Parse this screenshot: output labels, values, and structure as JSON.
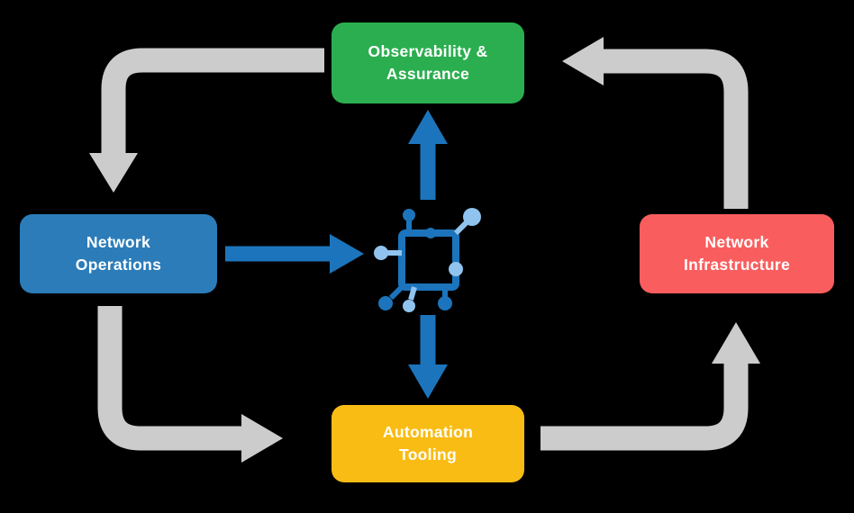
{
  "nodes": {
    "observability": {
      "label": "Observability & Assurance",
      "color": "#2BAE4F"
    },
    "operations": {
      "label": "Network Operations",
      "color": "#2B7CB9"
    },
    "infrastructure": {
      "label": "Network Infrastructure",
      "color": "#FA5D5D"
    },
    "automation": {
      "label": "Automation Tooling",
      "color": "#F9BC15"
    }
  },
  "icons": {
    "hub": "network-hub-icon"
  },
  "colors": {
    "background": "#000000",
    "cycle_arrow": "#CCCCCC",
    "hub_arrow": "#1C75BC",
    "hub_icon_dark": "#1C75BC",
    "hub_icon_light": "#90C4EE"
  }
}
